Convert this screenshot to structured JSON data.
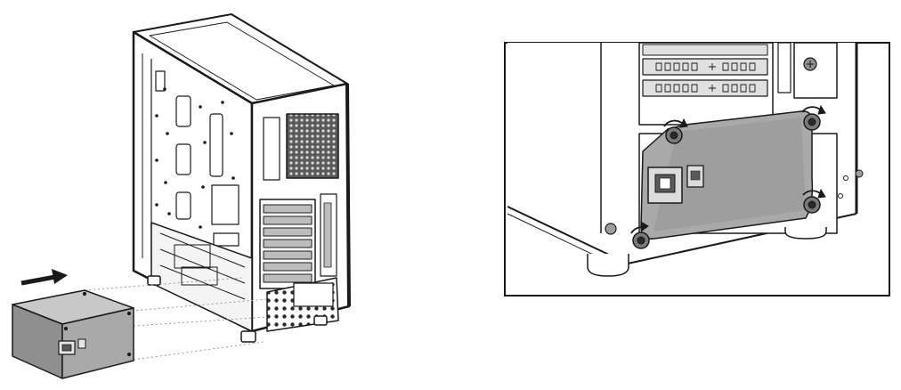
{
  "colors": {
    "line": "#1a1a1a",
    "case_fill": "#ffffff",
    "psu_fill": "#a9a9a9",
    "bracket_fill": "#bdbdbd",
    "mesh": "#5a5a5a",
    "guide_line": "#9a9a9a",
    "callout_border": "#1a1a1a"
  },
  "figure": {
    "left_panel": "psu-insertion-into-case",
    "right_panel": "psu-screw-mount-detail",
    "arrow_direction": "right",
    "screw_count": 4,
    "screw_rotation": "clockwise",
    "expansion_slot_count": 7
  },
  "icons": [
    "insert-arrow-icon",
    "rotation-arrow-icon",
    "screw-icon",
    "power-socket-icon",
    "power-switch-icon"
  ]
}
